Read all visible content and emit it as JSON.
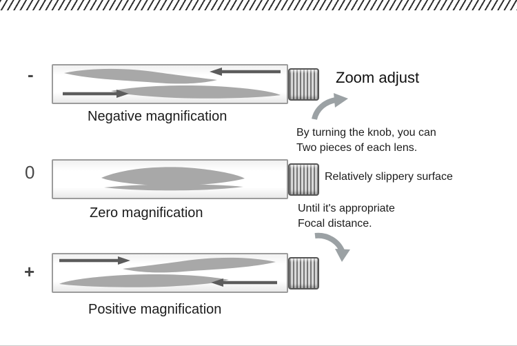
{
  "title": "Zoom adjust",
  "rows": [
    {
      "sign": "-",
      "caption": "Negative magnification"
    },
    {
      "sign": "0",
      "caption": "Zero magnification"
    },
    {
      "sign": "+",
      "caption": "Positive magnification"
    }
  ],
  "notes": {
    "turn_line1": "By turning the knob, you can",
    "turn_line2": "Two pieces of each lens.",
    "surface": "Relatively slippery surface",
    "focus_line1": "Until it's appropriate",
    "focus_line2": "Focal distance."
  },
  "icons": {
    "knob": "knurled-zoom-knob",
    "rotate_up": "rotate-arrow-up-icon",
    "rotate_down": "rotate-arrow-down-icon",
    "hatch": "diagonal-hatch-strip"
  },
  "colors": {
    "lens_fill": "#a8a8a8",
    "arrow_stroke": "#5c5c5c",
    "swoosh_fill": "#9ba1a4",
    "tube_border": "#9b9b9b",
    "hatch": "#2e2e2e",
    "text": "#1b1b1b"
  }
}
